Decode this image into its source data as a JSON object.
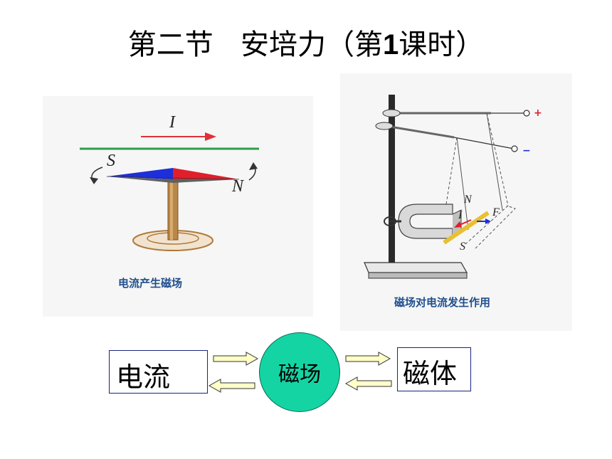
{
  "title": {
    "main": "第二节   安培力（第",
    "num": "1",
    "end": "课时）"
  },
  "left_figure": {
    "current_label": "I",
    "south_label": "S",
    "north_label": "N",
    "caption": "电流产生磁场"
  },
  "right_figure": {
    "plus": "+",
    "minus": "−",
    "N": "N",
    "I": "I",
    "F": "F",
    "S": "S",
    "caption": "磁场对电流发生作用"
  },
  "diagram": {
    "left_box": "电流",
    "center": "磁场",
    "right_box": "磁体"
  }
}
